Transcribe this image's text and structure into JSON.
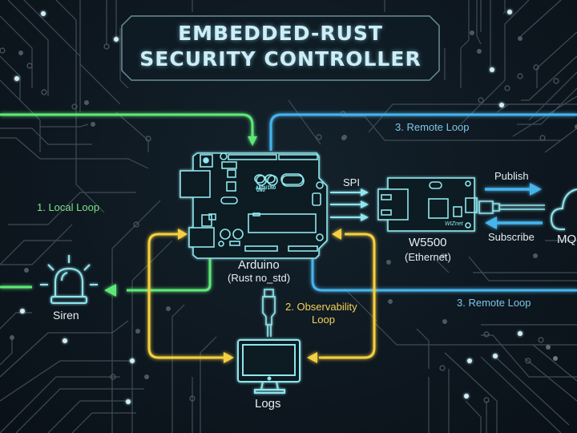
{
  "title": {
    "line1": "EMBEDDED-RUST",
    "line2": "SECURITY CONTROLLER"
  },
  "colors": {
    "background": "#0d161e",
    "trace": "#4a5a64",
    "component_outline": "#8fe6ee",
    "local_loop": "#5ee878",
    "observability_loop": "#f5d040",
    "remote_loop": "#46b4ec",
    "title_text": "#cdeef6"
  },
  "components": {
    "arduino": {
      "label": "Arduino",
      "sublabel": "(Rust no_std)",
      "board_logo": "ARDUINO",
      "board_model": "UNO",
      "icon": "arduino-board-icon"
    },
    "ethernet": {
      "label": "W5500",
      "sublabel": "(Ethernet)",
      "brand": "WIZnet",
      "icon": "ethernet-module-icon"
    },
    "siren": {
      "label": "Siren",
      "icon": "siren-icon"
    },
    "logs": {
      "label": "Logs",
      "icon": "monitor-icon"
    },
    "broker": {
      "label": "MQ",
      "icon": "cloud-icon"
    },
    "usb": {
      "icon": "usb-cable-icon"
    },
    "network_cable": {
      "icon": "ethernet-cable-icon"
    }
  },
  "connections": {
    "spi": "SPI",
    "publish": "Publish",
    "subscribe": "Subscribe"
  },
  "loops": {
    "local": "1. Local Loop",
    "observability_line1": "2. Observability",
    "observability_line2": "Loop",
    "remote_top": "3. Remote Loop",
    "remote_bottom": "3. Remote Loop"
  }
}
